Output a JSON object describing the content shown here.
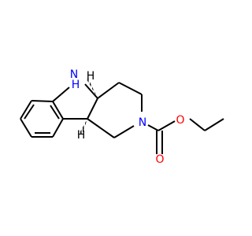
{
  "molecule": {
    "atoms": [
      {
        "id": "N_indoline",
        "element": "N",
        "label": "N",
        "label_color": "#0000ff"
      },
      {
        "id": "H_indoline",
        "element": "H",
        "label": "H",
        "label_color": "#0000ff"
      },
      {
        "id": "N_ring",
        "element": "N",
        "label": "N",
        "label_color": "#0000ff"
      },
      {
        "id": "O_ester",
        "element": "O",
        "label": "O",
        "label_color": "#ff0000"
      },
      {
        "id": "O_carbonyl",
        "element": "O",
        "label": "O",
        "label_color": "#ff0000"
      }
    ],
    "stereo_labels": [
      {
        "id": "stereo_top",
        "label": "H",
        "color": "#000000"
      },
      {
        "id": "stereo_bottom",
        "label": "H",
        "color": "#000000"
      }
    ],
    "bond_color": "#000000"
  }
}
